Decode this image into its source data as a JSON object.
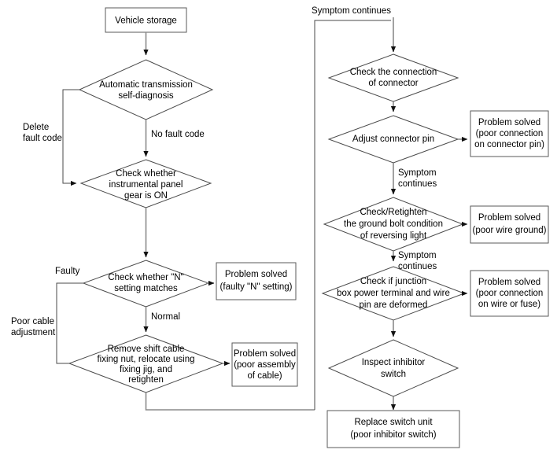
{
  "diagram": {
    "title": "Automatic transmission diagnostic flowchart",
    "background": "#ffffff",
    "line_color": "#8a8a8a",
    "shape_stroke": "#4a4a4a",
    "text_color": "#000000"
  },
  "nodes": {
    "vehicle_storage": {
      "type": "box",
      "lines": [
        "Vehicle storage"
      ]
    },
    "auto_trans_self_diag": {
      "type": "diamond",
      "lines": [
        "Automatic transmission",
        "self-diagnosis"
      ]
    },
    "check_panel_gear": {
      "type": "diamond",
      "lines": [
        "Check whether",
        "instrumental panel",
        "gear is ON"
      ]
    },
    "check_n_setting": {
      "type": "diamond",
      "lines": [
        "Check whether \"N\"",
        "setting matches"
      ]
    },
    "solved_n_setting": {
      "type": "box",
      "lines": [
        "Problem solved",
        "(faulty \"N\" setting)"
      ]
    },
    "remove_shift_cable": {
      "type": "diamond",
      "lines": [
        "Remove shift cable",
        "fixing nut, relocate using",
        "fixing jig, and",
        "retighten"
      ]
    },
    "solved_assembly_cable": {
      "type": "box",
      "lines": [
        "Problem solved",
        "(poor assembly",
        "of cable)"
      ]
    },
    "check_connector": {
      "type": "diamond",
      "lines": [
        "Check the connection",
        "of connector"
      ]
    },
    "adjust_connector_pin": {
      "type": "diamond",
      "lines": [
        "Adjust connector pin"
      ]
    },
    "solved_connector_pin": {
      "type": "box",
      "lines": [
        "Problem solved",
        "(poor connection",
        "on connector pin)"
      ]
    },
    "check_ground_bolt": {
      "type": "diamond",
      "lines": [
        "Check/Retighten",
        "the ground bolt condition",
        "of reversing light"
      ]
    },
    "solved_wire_ground": {
      "type": "box",
      "lines": [
        "Problem solved",
        "(poor wire ground)"
      ]
    },
    "check_junction_box": {
      "type": "diamond",
      "lines": [
        "Check if junction",
        "box power terminal and wire",
        "pin are deformed"
      ]
    },
    "solved_wire_fuse": {
      "type": "box",
      "lines": [
        "Problem solved",
        "(poor connection",
        "on wire or fuse)"
      ]
    },
    "inspect_inhibitor_switch": {
      "type": "diamond",
      "lines": [
        "Inspect inhibitor",
        "switch"
      ]
    },
    "replace_switch_unit": {
      "type": "box",
      "lines": [
        "Replace switch unit",
        "(poor inhibitor switch)"
      ]
    }
  },
  "edge_labels": {
    "delete_fault_code": [
      "Delete",
      "fault code"
    ],
    "no_fault_code": [
      "No fault code"
    ],
    "faulty": [
      "Faulty"
    ],
    "normal": [
      "Normal"
    ],
    "poor_cable_adjustment": [
      "Poor cable",
      "adjustment"
    ],
    "symptom_continues_top": [
      "Symptom continues"
    ],
    "symptom_continues_1": [
      "Symptom",
      "continues"
    ],
    "symptom_continues_2": [
      "Symptom",
      "continues"
    ],
    "symptom_continues_3": [
      "Symptom",
      "continues"
    ]
  }
}
